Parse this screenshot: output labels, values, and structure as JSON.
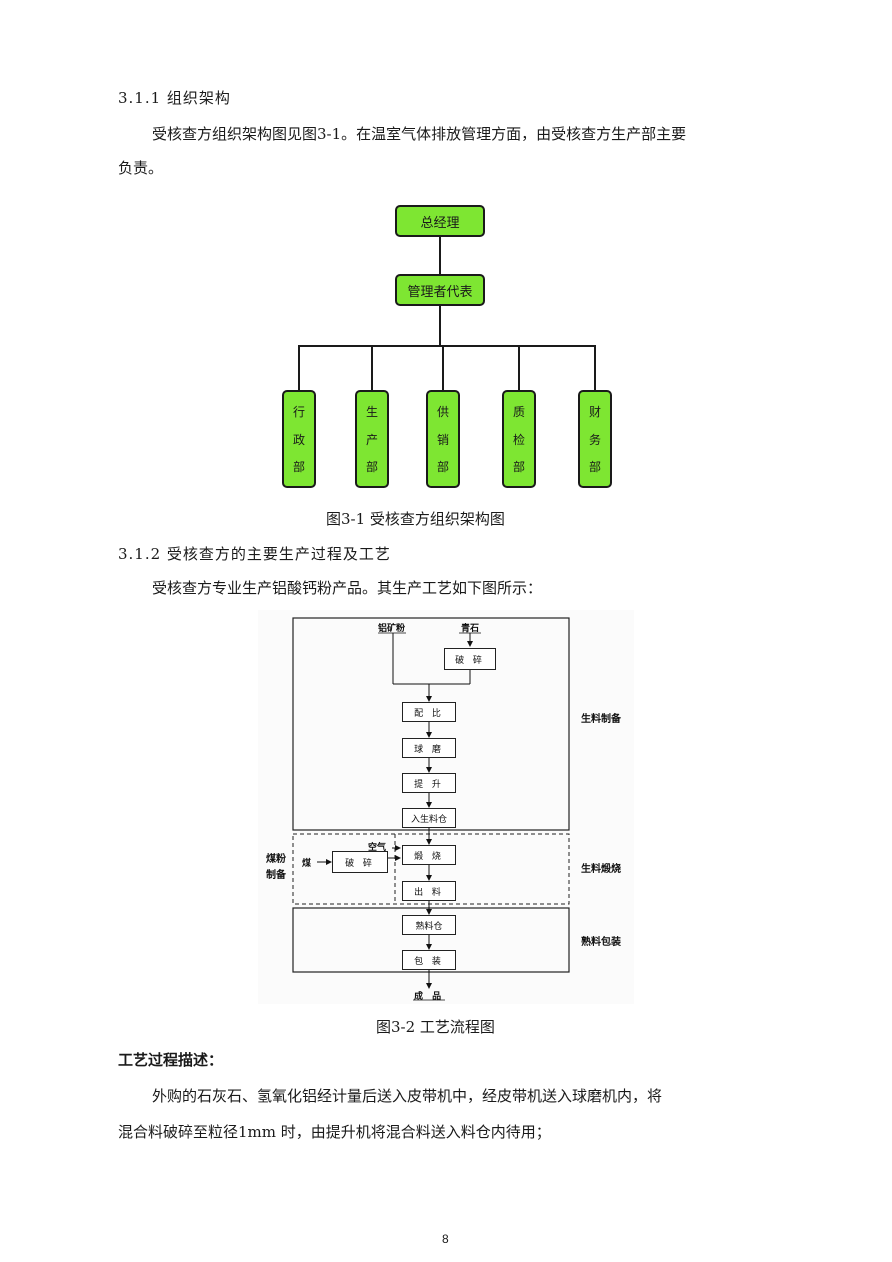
{
  "section_311": {
    "heading": "3.1.1 组织架构",
    "para_line1": "受核查方组织架构图见图3-1。在温室气体排放管理方面，由受核查方生产部主要",
    "para_line2": "负责。"
  },
  "org_chart": {
    "top": "总经理",
    "second": "管理者代表",
    "departments": [
      {
        "chars": [
          "行",
          "政",
          "部"
        ]
      },
      {
        "chars": [
          "生",
          "产",
          "部"
        ]
      },
      {
        "chars": [
          "供",
          "销",
          "部"
        ]
      },
      {
        "chars": [
          "质",
          "检",
          "部"
        ]
      },
      {
        "chars": [
          "财",
          "务",
          "部"
        ]
      }
    ],
    "caption": "图3-1 受核查方组织架构图",
    "box_color": "#7ee632"
  },
  "section_312": {
    "heading": "3.1.2 受核查方的主要生产过程及工艺",
    "para": "受核查方专业生产铝酸钙粉产品。其生产工艺如下图所示："
  },
  "flow_chart": {
    "inputs": [
      "铝矿粉",
      "青石"
    ],
    "steps": {
      "crush": "破 碎",
      "mix": "配 比",
      "mill": "球 磨",
      "lift": "提 升",
      "silo": "入生料仓",
      "calcine": "煅 烧",
      "discharge": "出 料",
      "clinker_silo": "熟料仓",
      "pack": "包 装",
      "coal_crush": "破 碎"
    },
    "coal": "煤",
    "air": "空气",
    "product": "成 品",
    "stages": {
      "raw": "生料制备",
      "calcination": "生料煅烧",
      "packing": "熟料包装",
      "coal_line1": "煤粉",
      "coal_line2": "制备"
    },
    "caption": "图3-2 工艺流程图"
  },
  "process_desc": {
    "heading": "工艺过程描述：",
    "line1": "外购的石灰石、氢氧化铝经计量后送入皮带机中，经皮带机送入球磨机内，将",
    "line2": "混合料破碎至粒径1mm 时，由提升机将混合料送入料仓内待用；"
  },
  "page_number": "8"
}
